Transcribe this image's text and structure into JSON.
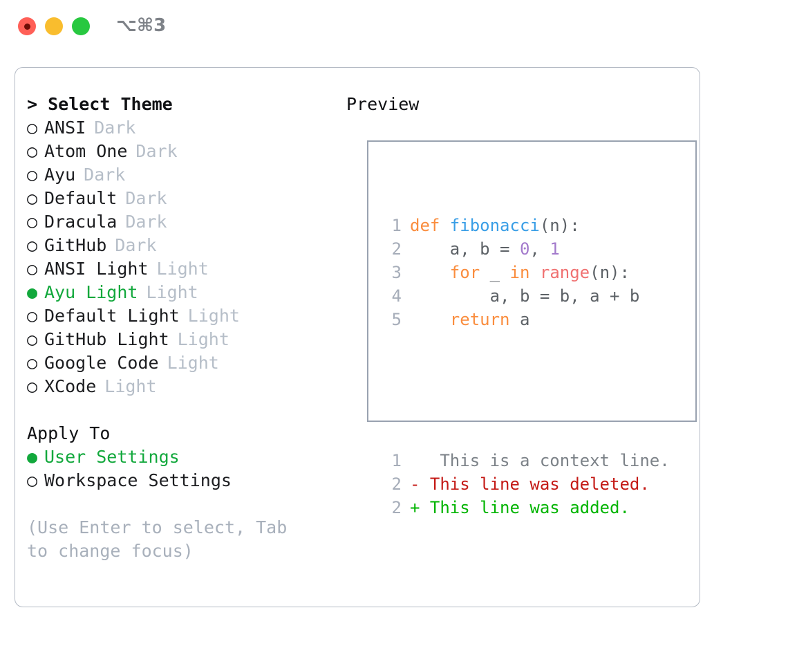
{
  "window": {
    "title": "⌥⌘3",
    "traffic_lights": [
      {
        "name": "close",
        "color": "#ff5f57"
      },
      {
        "name": "minimize",
        "color": "#f9bd2e"
      },
      {
        "name": "zoom",
        "color": "#28c840"
      }
    ]
  },
  "theme_picker": {
    "header": "> Select Theme",
    "bullet_unselected": "○",
    "bullet_selected": "●",
    "items": [
      {
        "name": "ANSI",
        "variant": "Dark",
        "selected": false
      },
      {
        "name": "Atom One",
        "variant": "Dark",
        "selected": false
      },
      {
        "name": "Ayu",
        "variant": "Dark",
        "selected": false
      },
      {
        "name": "Default",
        "variant": "Dark",
        "selected": false
      },
      {
        "name": "Dracula",
        "variant": "Dark",
        "selected": false
      },
      {
        "name": "GitHub",
        "variant": "Dark",
        "selected": false
      },
      {
        "name": "ANSI Light",
        "variant": "Light",
        "selected": false
      },
      {
        "name": "Ayu Light",
        "variant": "Light",
        "selected": true
      },
      {
        "name": "Default Light",
        "variant": "Light",
        "selected": false
      },
      {
        "name": "GitHub Light",
        "variant": "Light",
        "selected": false
      },
      {
        "name": "Google Code",
        "variant": "Light",
        "selected": false
      },
      {
        "name": "XCode",
        "variant": "Light",
        "selected": false
      }
    ]
  },
  "apply_to": {
    "header": "Apply To",
    "items": [
      {
        "name": "User Settings",
        "selected": true
      },
      {
        "name": "Workspace Settings",
        "selected": false
      }
    ]
  },
  "hint": "(Use Enter to select, Tab to change focus)",
  "preview": {
    "header": "Preview",
    "code_lines": [
      {
        "no": "1",
        "tokens": [
          {
            "t": "def ",
            "c": "kw"
          },
          {
            "t": "fibonacci",
            "c": "fn"
          },
          {
            "t": "(n):",
            "c": "plain"
          }
        ]
      },
      {
        "no": "2",
        "tokens": [
          {
            "t": "    a, b = ",
            "c": "plain"
          },
          {
            "t": "0",
            "c": "num"
          },
          {
            "t": ", ",
            "c": "plain"
          },
          {
            "t": "1",
            "c": "num"
          }
        ]
      },
      {
        "no": "3",
        "tokens": [
          {
            "t": "    ",
            "c": "plain"
          },
          {
            "t": "for",
            "c": "kw"
          },
          {
            "t": " _ ",
            "c": "plain"
          },
          {
            "t": "in",
            "c": "kw"
          },
          {
            "t": " ",
            "c": "plain"
          },
          {
            "t": "range",
            "c": "ent"
          },
          {
            "t": "(n):",
            "c": "plain"
          }
        ]
      },
      {
        "no": "4",
        "tokens": [
          {
            "t": "        a, b = b, a + b",
            "c": "plain"
          }
        ]
      },
      {
        "no": "5",
        "tokens": [
          {
            "t": "    ",
            "c": "plain"
          },
          {
            "t": "return",
            "c": "kw"
          },
          {
            "t": " a",
            "c": "plain"
          }
        ]
      }
    ],
    "diff_lines": [
      {
        "no": "1",
        "marker": " ",
        "text": "  This is a context line.",
        "kind": "ctx"
      },
      {
        "no": "2",
        "marker": "-",
        "text": " This line was deleted.",
        "kind": "del"
      },
      {
        "no": "2",
        "marker": "+",
        "text": " This line was added.",
        "kind": "add"
      }
    ]
  },
  "colors": {
    "selected_green": "#12a83c",
    "keyword_orange": "#fa8d3e",
    "function_blue": "#399ee6",
    "number_purple": "#a37acc",
    "entity_red": "#f07171",
    "diff_deleted": "#c41a16",
    "diff_added": "#00b400",
    "muted_gray": "#b6bec8"
  }
}
